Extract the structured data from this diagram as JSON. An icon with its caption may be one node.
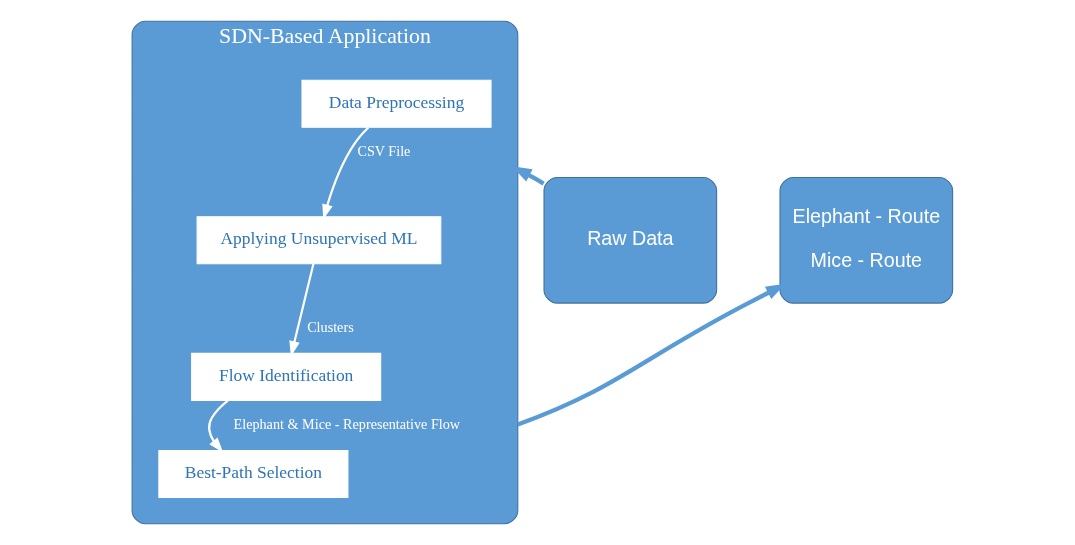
{
  "diagram": {
    "nodes": [
      {
        "text": [
          "Raw Data"
        ]
      },
      {
        "text": [
          "SDN-Based Application"
        ]
      },
      {
        "text": [
          "Data Preprocessing"
        ],
        "in": 1
      },
      {
        "text": [
          "Applying Unsupervised ML"
        ],
        "in": 1
      },
      {
        "text": [
          "Flow Identification"
        ],
        "in": 1
      },
      {
        "text": [
          "Best-Path Selection"
        ],
        "in": 1
      },
      {
        "text": [
          "Elephant - Route",
          "Mice - Route"
        ]
      }
    ],
    "edges": [
      {
        "from": 0,
        "to": 1,
        "arrow": "to",
        "style": "thick",
        "color": "#5b9bd5"
      },
      {
        "from": 2,
        "to": 3,
        "arrow": "to",
        "label": "CSV File"
      },
      {
        "from": 3,
        "to": 4,
        "arrow": "to",
        "label": "Clusters"
      },
      {
        "from": 4,
        "to": 5,
        "arrow": "to",
        "label": "Elephant & Mice - Representative Flow"
      },
      {
        "from": 1,
        "to": 6,
        "arrow": "to",
        "style": "thick",
        "color": "#5b9bd5"
      }
    ]
  }
}
